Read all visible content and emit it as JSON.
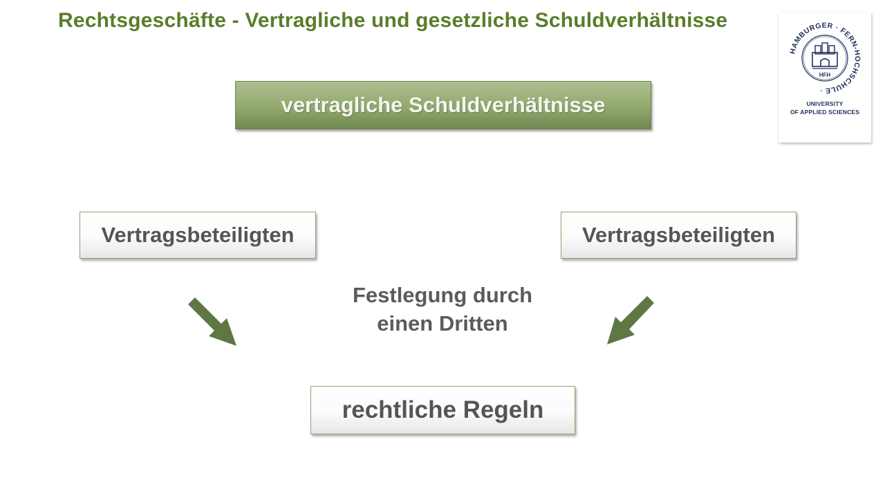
{
  "slide": {
    "title": "Rechtsgeschäfte - Vertragliche und gesetzliche Schuldverhältnisse",
    "heading_box": "vertragliche Schuldverhältnisse",
    "left_box": "Vertragsbeteiligten",
    "right_box": "Vertragsbeteiligten",
    "middle_line1": "Festlegung durch",
    "middle_line2": "einen Dritten",
    "bottom_box": "rechtliche Regeln"
  },
  "logo": {
    "ring_text": "HAMBURGER · FERN-HOCHSCHULE ·",
    "abbr": "HFH",
    "sub_line1": "UNIVERSITY",
    "sub_line2": "OF APPLIED SCIENCES"
  },
  "colors": {
    "title": "#5a7d2a",
    "green_box": "#92a96f",
    "arrow": "#5e7743",
    "text_grey": "#555555",
    "logo_blue": "#1f2f5a"
  }
}
